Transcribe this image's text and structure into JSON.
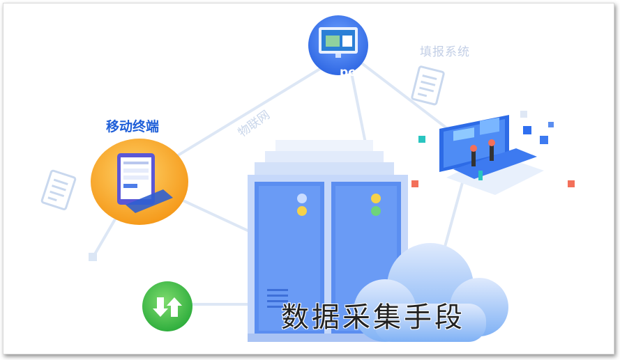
{
  "diagram": {
    "title": "数据采集手段",
    "nodes": {
      "pc": {
        "label": "pc"
      },
      "mobile": {
        "label": "移动终端"
      },
      "fill_system": {
        "label": "填报系统"
      },
      "iot": {
        "label": "物联网"
      },
      "transfer": {
        "icon": "up-down-arrows-icon"
      },
      "server": {
        "icon": "server-cabinet-icon"
      },
      "cloud": {
        "icon": "cloud-icon"
      },
      "dashboard": {
        "icon": "dashboard-platform-icon"
      }
    },
    "colors": {
      "mobile_label": "#1f5fd8",
      "server_blue": "#5b8ef0",
      "cloud_blue": "#7fb1f5",
      "transfer_green": "#4cc04a",
      "mobile_orange": "#f6a623",
      "link_line": "#dbe6f5"
    }
  }
}
